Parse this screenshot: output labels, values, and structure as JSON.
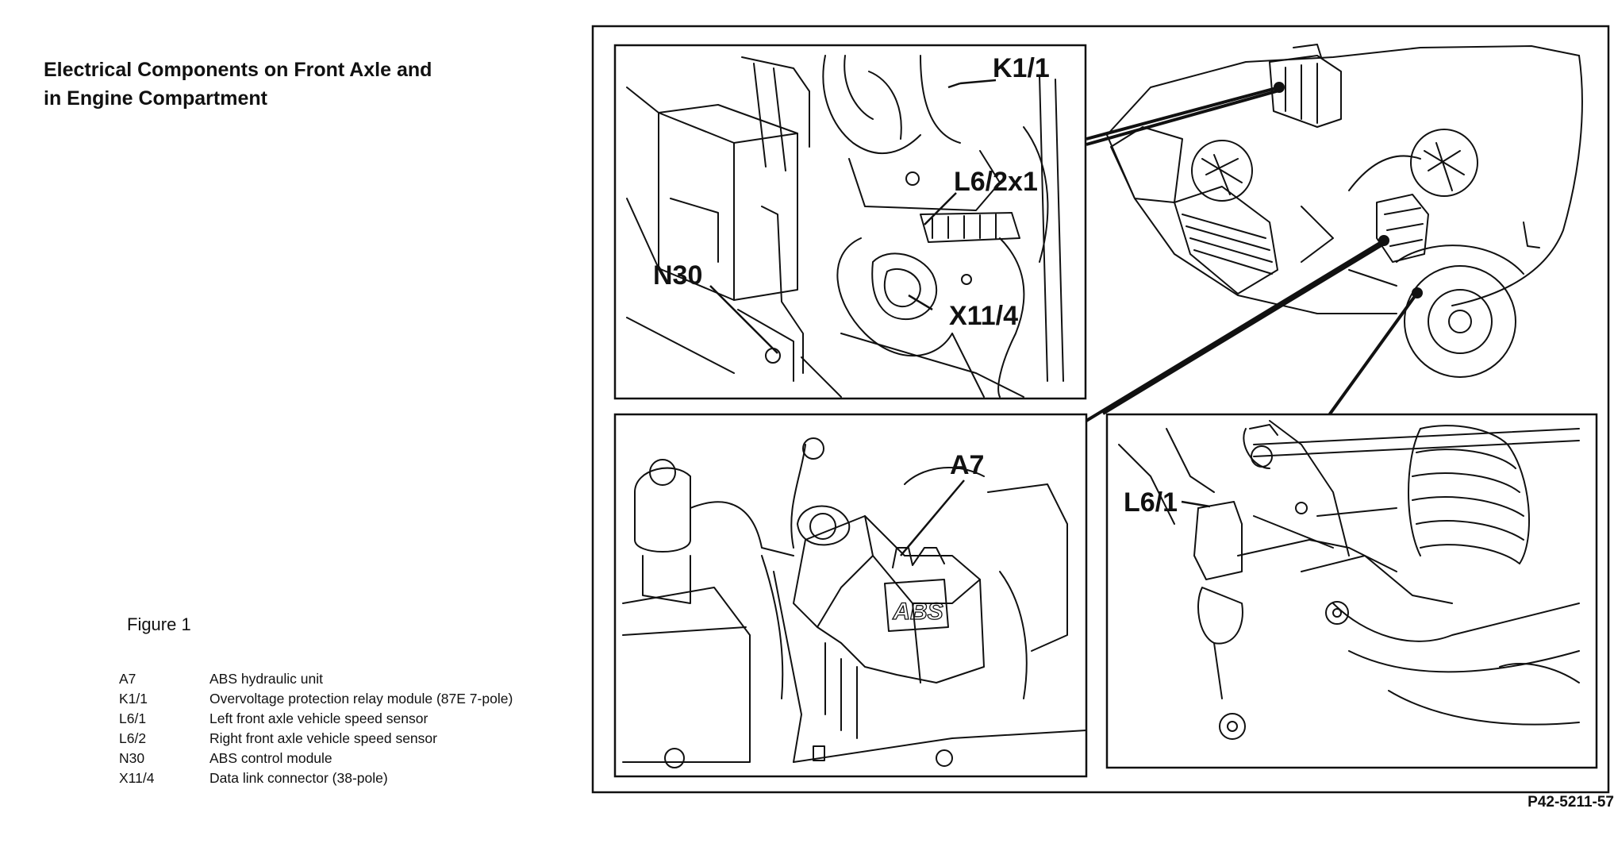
{
  "title": {
    "line1": "Electrical Components on Front Axle and",
    "line2": "in Engine Compartment"
  },
  "figure_label": "Figure 1",
  "legend": [
    {
      "code": "A7",
      "desc": "ABS hydraulic unit"
    },
    {
      "code": "K1/1",
      "desc": "Overvoltage protection relay module (87E 7-pole)"
    },
    {
      "code": "L6/1",
      "desc": "Left front axle vehicle speed sensor"
    },
    {
      "code": "L6/2",
      "desc": "Right front axle vehicle speed sensor"
    },
    {
      "code": "N30",
      "desc": "ABS control module"
    },
    {
      "code": "X11/4",
      "desc": "Data link connector (38-pole)"
    }
  ],
  "callouts": {
    "k1_1": "K1/1",
    "l6_2x1": "L6/2x1",
    "n30": "N30",
    "x11_4": "X11/4",
    "a7": "A7",
    "l6_1": "L6/1",
    "abs_badge": "ABS"
  },
  "reference_code": "P42-5211-57"
}
